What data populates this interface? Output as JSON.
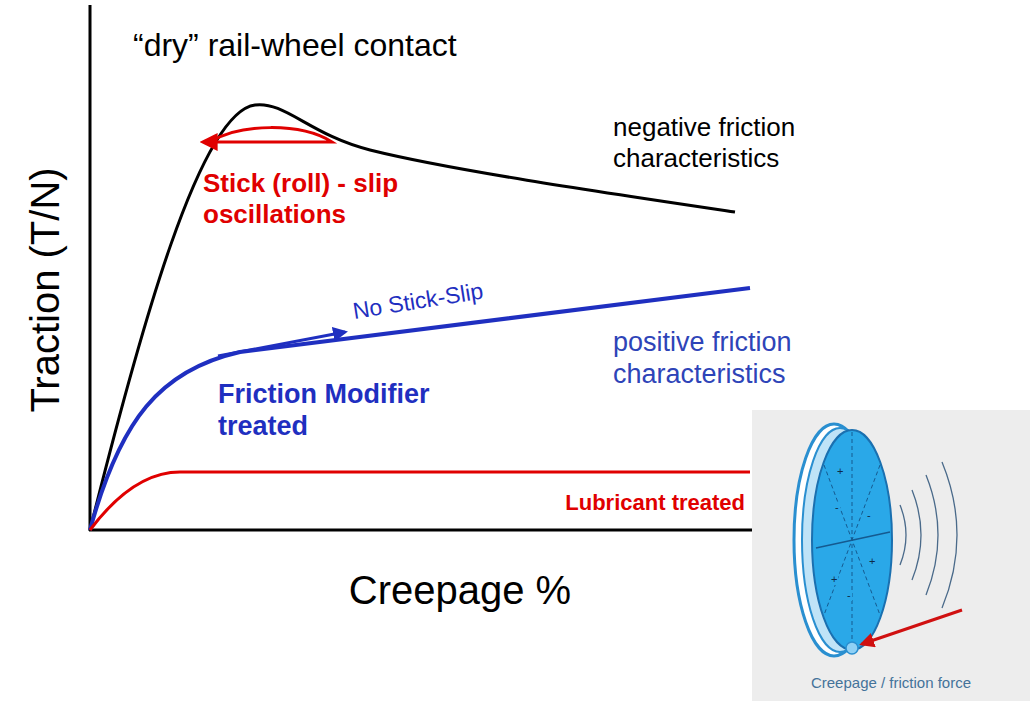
{
  "diagram": {
    "nodes": [
      {
        "text": [
          "Creepage / friction force"
        ]
      }
    ],
    "labels": [
      "Traction (T/N)",
      "“dry” rail-wheel contact",
      "negative friction characteristics",
      "Stick (roll) - slip oscillations",
      "No Stick-Slip",
      "positive friction characteristics",
      "Friction Modifier treated",
      "Lubricant treated",
      "Creepage %",
      "+",
      "-",
      "+",
      "-",
      "+",
      "-"
    ]
  }
}
